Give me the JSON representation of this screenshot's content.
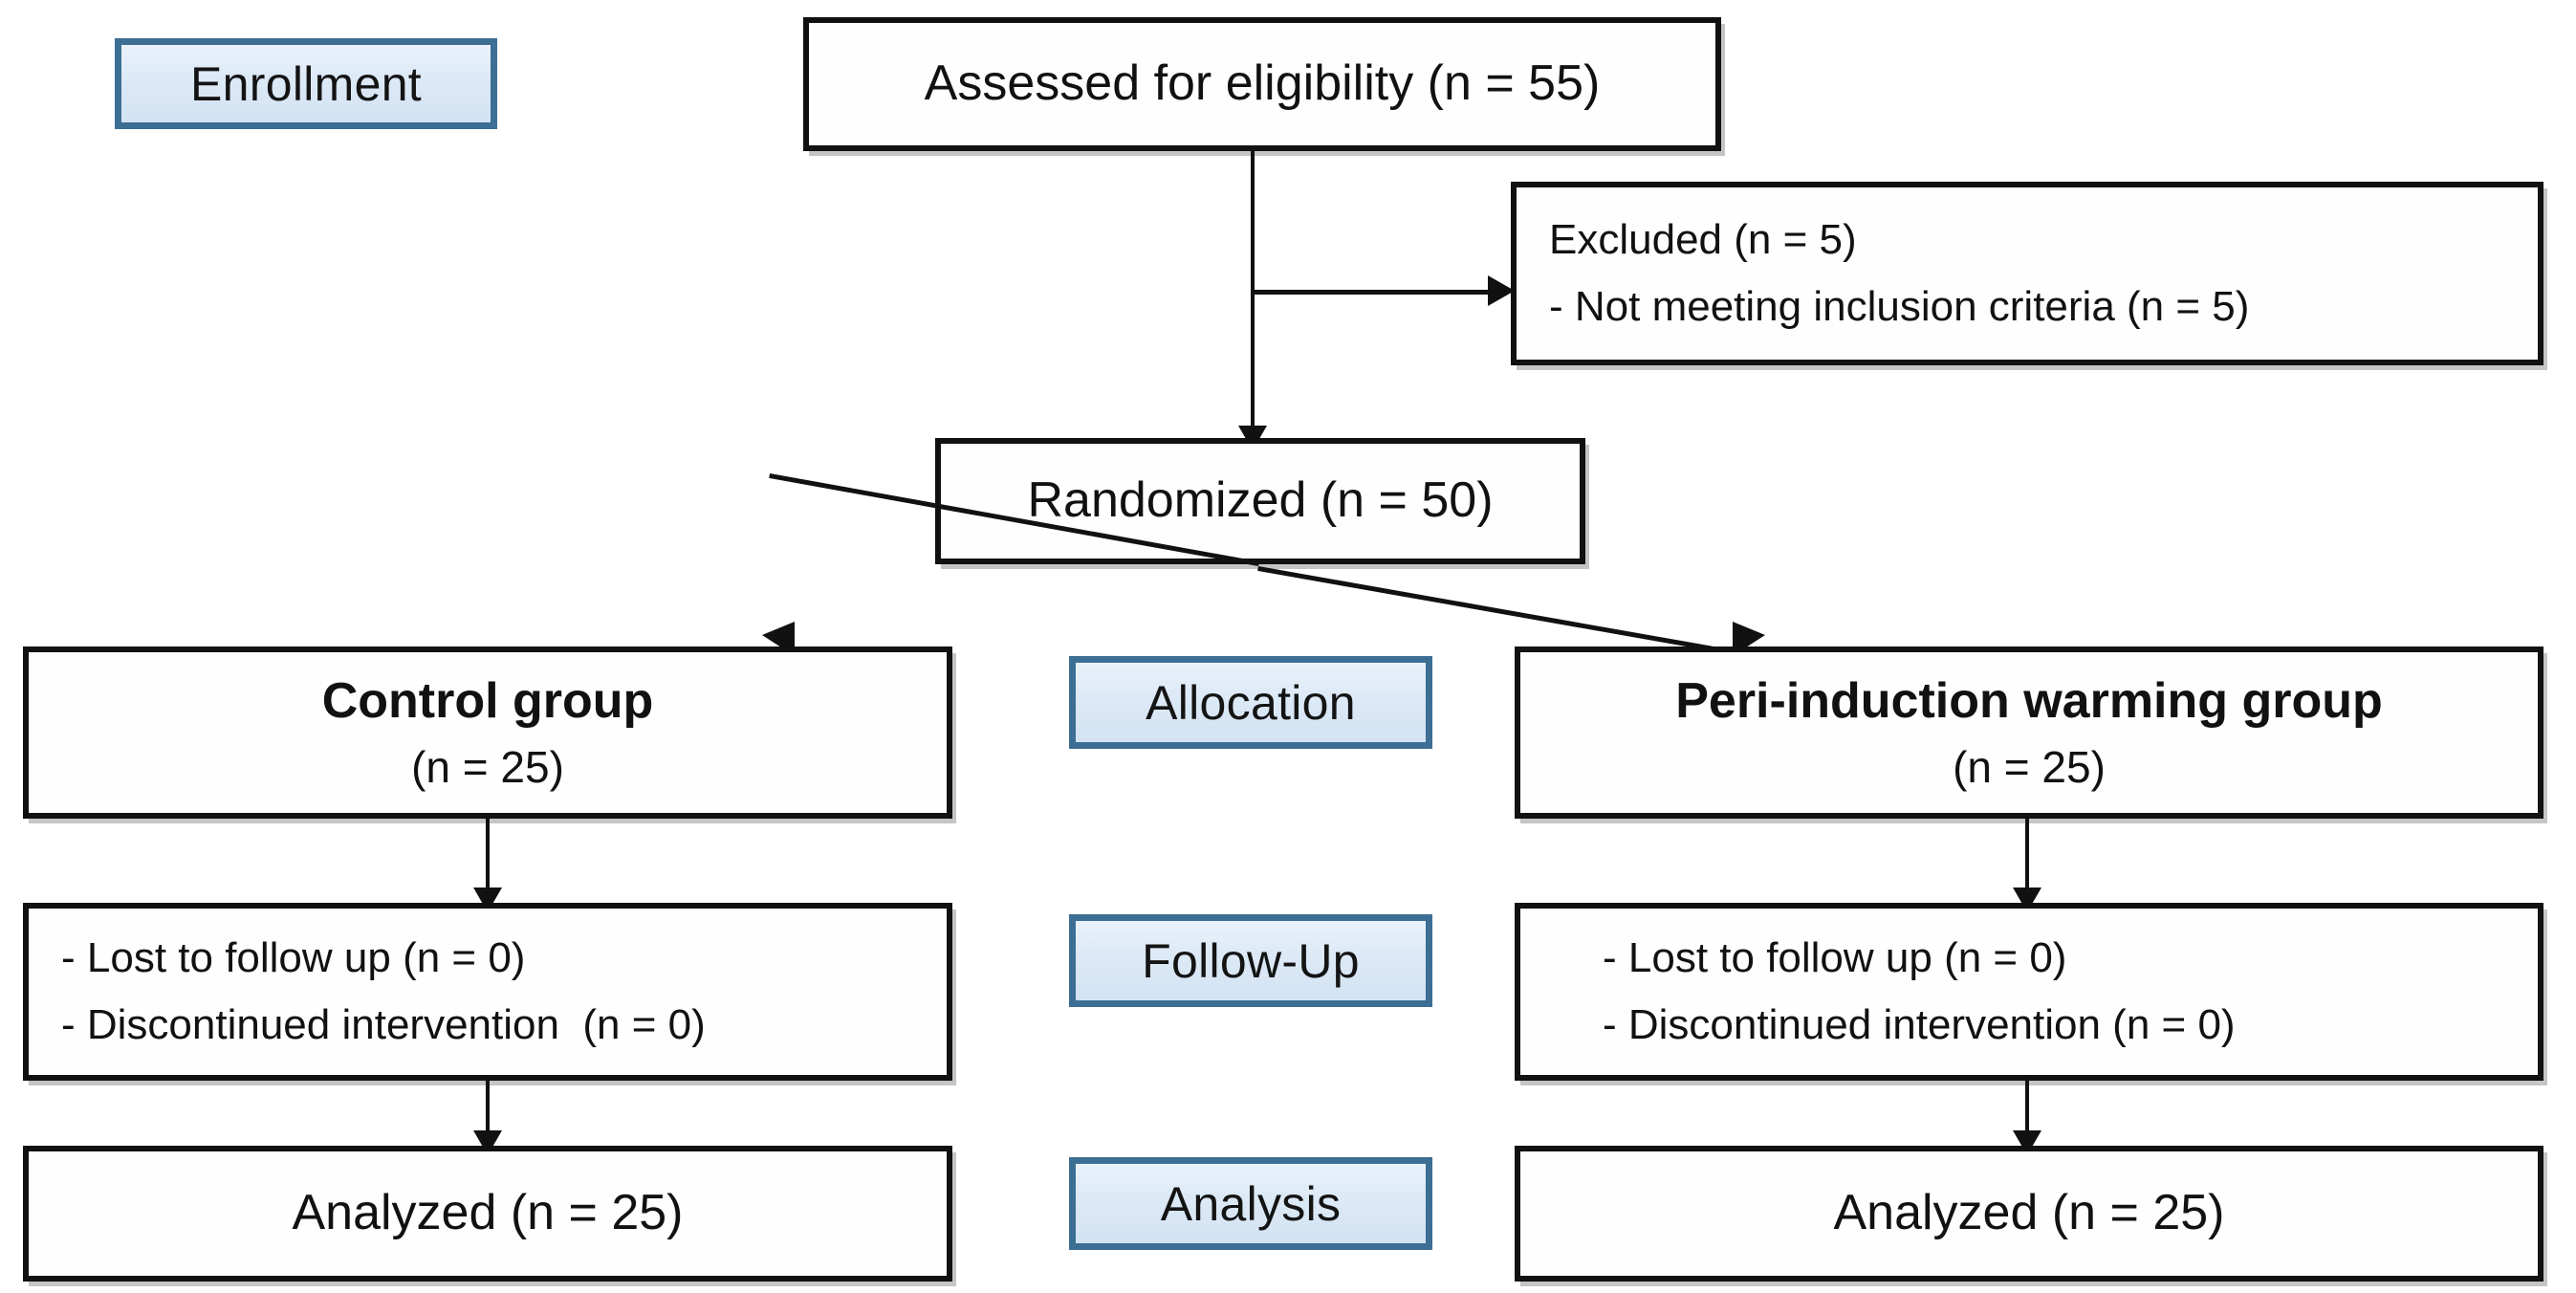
{
  "diagram": {
    "title": "CONSORT participant flow diagram",
    "colors": {
      "box_border": "#111111",
      "box_fill": "#fefefe",
      "stage_border": "#3d6e94",
      "stage_fill": "#dce9f6",
      "connector": "#111111"
    }
  },
  "stages": {
    "enrollment": "Enrollment",
    "allocation": "Allocation",
    "followup": "Follow-Up",
    "analysis": "Analysis"
  },
  "nodes": {
    "assessed": {
      "text": "Assessed for eligibility (n = 55)"
    },
    "excluded": {
      "line1": "Excluded (n = 5)",
      "line2": "- Not meeting inclusion criteria (n = 5)"
    },
    "randomized": {
      "text": "Randomized (n = 50)"
    },
    "control_alloc": {
      "title": "Control group",
      "count": "(n = 25)"
    },
    "warming_alloc": {
      "title": "Peri-induction warming group",
      "count": "(n = 25)"
    },
    "control_followup": {
      "line1": "- Lost to follow up (n = 0)",
      "line2": "- Discontinued intervention  (n = 0)"
    },
    "warming_followup": {
      "line1": "- Lost to follow up (n = 0)",
      "line2": "- Discontinued intervention (n = 0)"
    },
    "control_analyzed": {
      "text": "Analyzed (n = 25)"
    },
    "warming_analyzed": {
      "text": "Analyzed (n = 25)"
    }
  }
}
